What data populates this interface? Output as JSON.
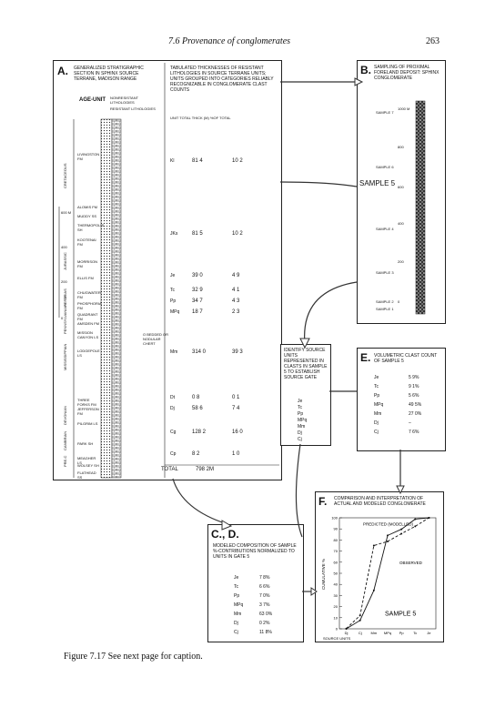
{
  "header": {
    "title": "7.6  Provenance of conglomerates",
    "page": "263"
  },
  "caption": "Figure 7.17  See next page for caption.",
  "panelA": {
    "letter": "A.",
    "title": "Generalized stratigraphic section in Sphinx source terrane, Madison Range",
    "age_unit": "AGE-UNIT",
    "legend_lines": [
      "Nonresistant lithologies",
      "Resistant lithologies"
    ],
    "tab_title": "Tabulated thicknesses of resistant lithologies in source terrane units; units grouped into categories reliably recognizable in conglomerate clast counts",
    "col_heads": "UNIT TOTAL THICK (M) %OF TOTAL",
    "scale": [
      "600 M",
      "400",
      "200",
      "0"
    ],
    "periods": [
      "CRETACEOUS",
      "JURASSIC",
      "TRIAS",
      "PERM",
      "PENNSYLVANIAN",
      "MISSISSIPPIAN",
      "DEVONIAN",
      "CAMBRIAN",
      "PRE-C"
    ],
    "formations": [
      "LIVINGSTON FM",
      "ALOMIS FM",
      "MUDDY SS",
      "THERMOPOLIS SH",
      "KOOTENAI FM",
      "MORRISON FM",
      "ELLIS FM",
      "CHUGWATER FM",
      "PHOSPHORIA FM",
      "QUADRANT FM",
      "AMSDEN FM",
      "MISSION CANYON LS",
      "LODGEPOLE LS",
      "THREE FORKS FM",
      "JEFFERSON FM",
      "PILGRIM LS",
      "PARK SH",
      "MEAGHER LS",
      "WOLSEY SH",
      "FLATHEAD SS"
    ],
    "chert_note": "O BEDDED OR NODULAR CHERT",
    "rows": [
      {
        "unit": "Kl",
        "thick": "81 4",
        "pct": "10 2"
      },
      {
        "unit": "JKs",
        "thick": "81 5",
        "pct": "10 2"
      },
      {
        "unit": "Je",
        "thick": "39 0",
        "pct": "4 9"
      },
      {
        "unit": "Tc",
        "thick": "32 9",
        "pct": "4 1"
      },
      {
        "unit": "Pp",
        "thick": "34 7",
        "pct": "4 3"
      },
      {
        "unit": "MPq",
        "thick": "18 7",
        "pct": "2 3"
      },
      {
        "unit": "Mm",
        "thick": "314 0",
        "pct": "39 3"
      },
      {
        "unit": "Dt",
        "thick": "0 8",
        "pct": "0 1"
      },
      {
        "unit": "Dj",
        "thick": "58 6",
        "pct": "7 4"
      },
      {
        "unit": "Cg",
        "thick": "128 2",
        "pct": "16 0"
      },
      {
        "unit": "Cp",
        "thick": "8 2",
        "pct": "1 0"
      }
    ],
    "total_label": "TOTAL",
    "total_value": "798 2M"
  },
  "panelB": {
    "letter": "B.",
    "title": "Sampling of proximal foreland deposit: Sphinx conglomerate",
    "scale": [
      "1000 M",
      "800",
      "600",
      "400",
      "200",
      "0"
    ],
    "samples": [
      "SAMPLE 7",
      "SAMPLE 6",
      "SAMPLE 5",
      "SAMPLE 4",
      "SAMPLE 3",
      "SAMPLE 2",
      "SAMPLE 1"
    ]
  },
  "identify": {
    "text": "Identify source units represented in clasts in sample 5 to establish source gate",
    "units": [
      "Je",
      "Tc",
      "Pp",
      "MPq",
      "Mm",
      "Dj",
      "Cj"
    ]
  },
  "panelE": {
    "letter": "E.",
    "title": "Volumetric clast count of sample 5",
    "rows": [
      {
        "unit": "Je",
        "value": "5 9%"
      },
      {
        "unit": "Tc",
        "value": "9 1%"
      },
      {
        "unit": "Pp",
        "value": "5 6%"
      },
      {
        "unit": "MPq",
        "value": "49 5%"
      },
      {
        "unit": "Mm",
        "value": "27 0%"
      },
      {
        "unit": "Dj",
        "value": "–"
      },
      {
        "unit": "Cj",
        "value": "7 6%"
      }
    ]
  },
  "panelCD": {
    "letters": "C., D.",
    "title": "Modeled composition of sample %-contributions normalized to units in gate 5",
    "rows": [
      {
        "unit": "Je",
        "value": "7 8%"
      },
      {
        "unit": "Tc",
        "value": "6 6%"
      },
      {
        "unit": "Pp",
        "value": "7 0%"
      },
      {
        "unit": "MPq",
        "value": "3 7%"
      },
      {
        "unit": "Mm",
        "value": "63 0%"
      },
      {
        "unit": "Dj",
        "value": "0 2%"
      },
      {
        "unit": "Cj",
        "value": "11 8%"
      }
    ]
  },
  "panelF": {
    "letter": "F.",
    "title": "Comparison and interpretation of actual and modeled conglomerate"
  },
  "chart_data": {
    "type": "line",
    "ylabel": "CUMULATIVE %",
    "xlabel": "SOURCE UNITS",
    "categories": [
      "Dj",
      "Cj",
      "Mm",
      "MPq",
      "Pp",
      "Tc",
      "Je"
    ],
    "ylim": [
      0,
      100
    ],
    "yticks": [
      0,
      10,
      20,
      30,
      40,
      50,
      60,
      70,
      80,
      90,
      100
    ],
    "series": [
      {
        "name": "PREDICTED (MODELLED)",
        "values": [
          0.2,
          12.0,
          75.0,
          78.7,
          85.7,
          92.3,
          100
        ]
      },
      {
        "name": "OBSERVED",
        "values": [
          0,
          7.6,
          34.6,
          84.1,
          89.7,
          98.8,
          100
        ]
      }
    ],
    "annotation": "SAMPLE 5"
  }
}
